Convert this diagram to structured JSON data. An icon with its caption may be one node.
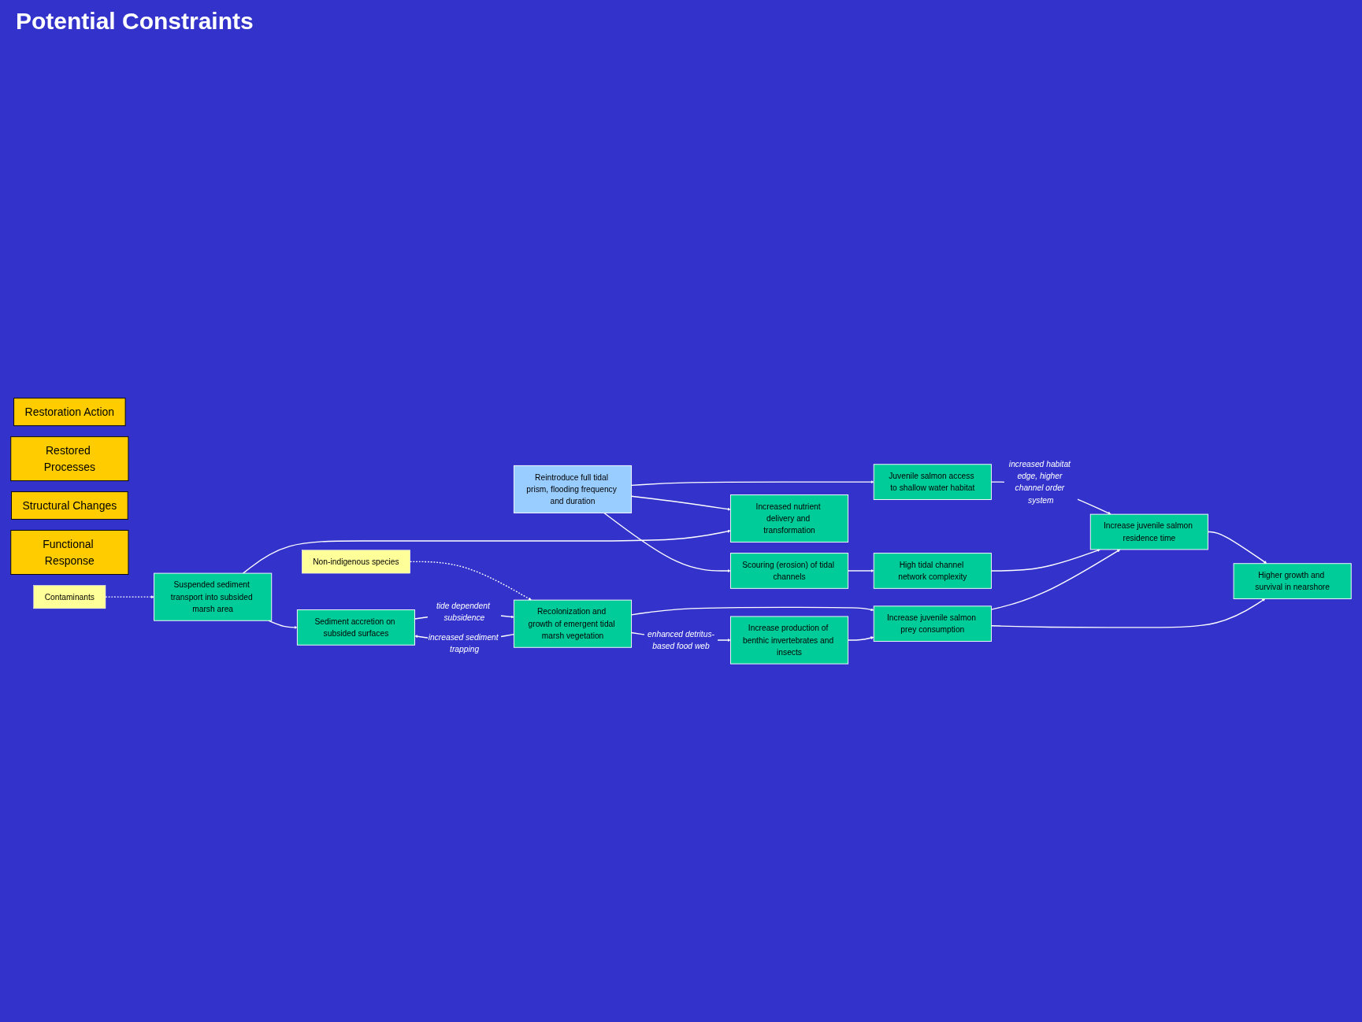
{
  "diagram": {
    "nodes": [
      {
        "text": [
          "Restoration Action"
        ]
      },
      {
        "text": [
          "Restored Processes"
        ]
      },
      {
        "text": [
          "Structural Changes"
        ]
      },
      {
        "text": [
          "Functional Response"
        ]
      },
      {
        "text": [
          "Juvenile salmon access to shallow water habitat"
        ]
      },
      {
        "text": [
          "Scouring (erosion) of tidal channels"
        ]
      },
      {
        "text": [
          "Suspended sediment transport into subsided marsh area"
        ]
      },
      {
        "text": [
          "Increased nutrient delivery and transformation"
        ]
      },
      {
        "text": [
          "High tidal channel network complexity"
        ]
      },
      {
        "text": [
          "Sediment accretion on subsided surfaces"
        ]
      },
      {
        "text": [
          "Recolonization and growth of emergent tidal marsh vegetation"
        ]
      },
      {
        "text": [
          "Increase production of benthic invertebrates and insects"
        ]
      },
      {
        "text": [
          "Increase juvenile salmon residence time"
        ]
      },
      {
        "text": [
          "Higher growth and survival in nearshore"
        ]
      },
      {
        "text": [
          "Increase juvenile salmon prey consumption"
        ]
      },
      {
        "text": [
          "Reintroduce full tidal prism, flooding frequency and duration"
        ]
      },
      {
        "text": [
          "Contaminants"
        ]
      },
      {
        "text": [
          "Non-indigenous species"
        ]
      }
    ],
    "edges": [
      {
        "from": 15,
        "to": 4,
        "arrow": "to"
      },
      {
        "from": 15,
        "to": 5,
        "arrow": "to"
      },
      {
        "from": 15,
        "to": 7,
        "arrow": "to"
      },
      {
        "from": 16,
        "to": 6,
        "arrow": "to",
        "style": "dashed"
      },
      {
        "from": 17,
        "to": 10,
        "arrow": "to",
        "style": "dashed"
      },
      {
        "from": 4,
        "to": 12,
        "arrow": "to",
        "label": "increased habitat edge, higher channel order system"
      },
      {
        "from": 5,
        "to": 8,
        "arrow": "to"
      },
      {
        "from": 6,
        "to": 9,
        "arrow": "to"
      },
      {
        "from": 6,
        "to": 7,
        "arrow": "to"
      },
      {
        "from": 10,
        "to": 9,
        "arrow": "to",
        "label": "increased sediment trapping"
      },
      {
        "from": 9,
        "to": 10,
        "arrow": "to",
        "label": "tide dependent subsidence"
      },
      {
        "from": 8,
        "to": 12,
        "arrow": "to"
      },
      {
        "from": 10,
        "to": 14,
        "arrow": "to"
      },
      {
        "from": 10,
        "to": 11,
        "arrow": "to",
        "label": "enhanced detritus-based food web"
      },
      {
        "from": 11,
        "to": 14,
        "arrow": "to"
      },
      {
        "from": 12,
        "to": 13,
        "arrow": "to"
      },
      {
        "from": 14,
        "to": 12,
        "arrow": "to"
      },
      {
        "from": 14,
        "to": 13,
        "arrow": "to"
      }
    ],
    "labels": [
      "Potential Constraints"
    ]
  }
}
